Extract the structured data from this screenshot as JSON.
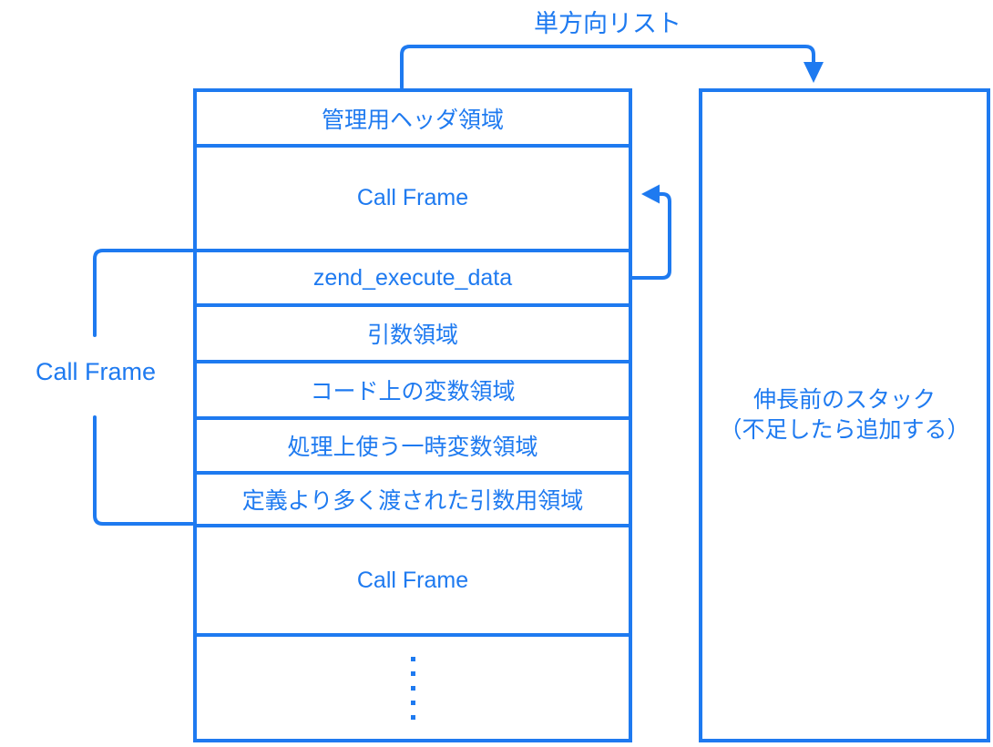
{
  "diagram": {
    "top_label": "単方向リスト",
    "left_frame_label": "Call Frame",
    "stack_box": {
      "rows": [
        "管理用ヘッダ領域",
        "Call Frame",
        "zend_execute_data",
        "引数領域",
        "コード上の変数領域",
        "処理上使う一時変数領域",
        "定義より多く渡された引数用領域",
        "Call Frame"
      ],
      "ellipsis_dots": 5
    },
    "right_box": {
      "line1": "伸長前のスタック",
      "line2": "（不足したら追加する）"
    },
    "colors": {
      "accent": "#1E7AF0",
      "background": "#FFFFFF"
    }
  }
}
